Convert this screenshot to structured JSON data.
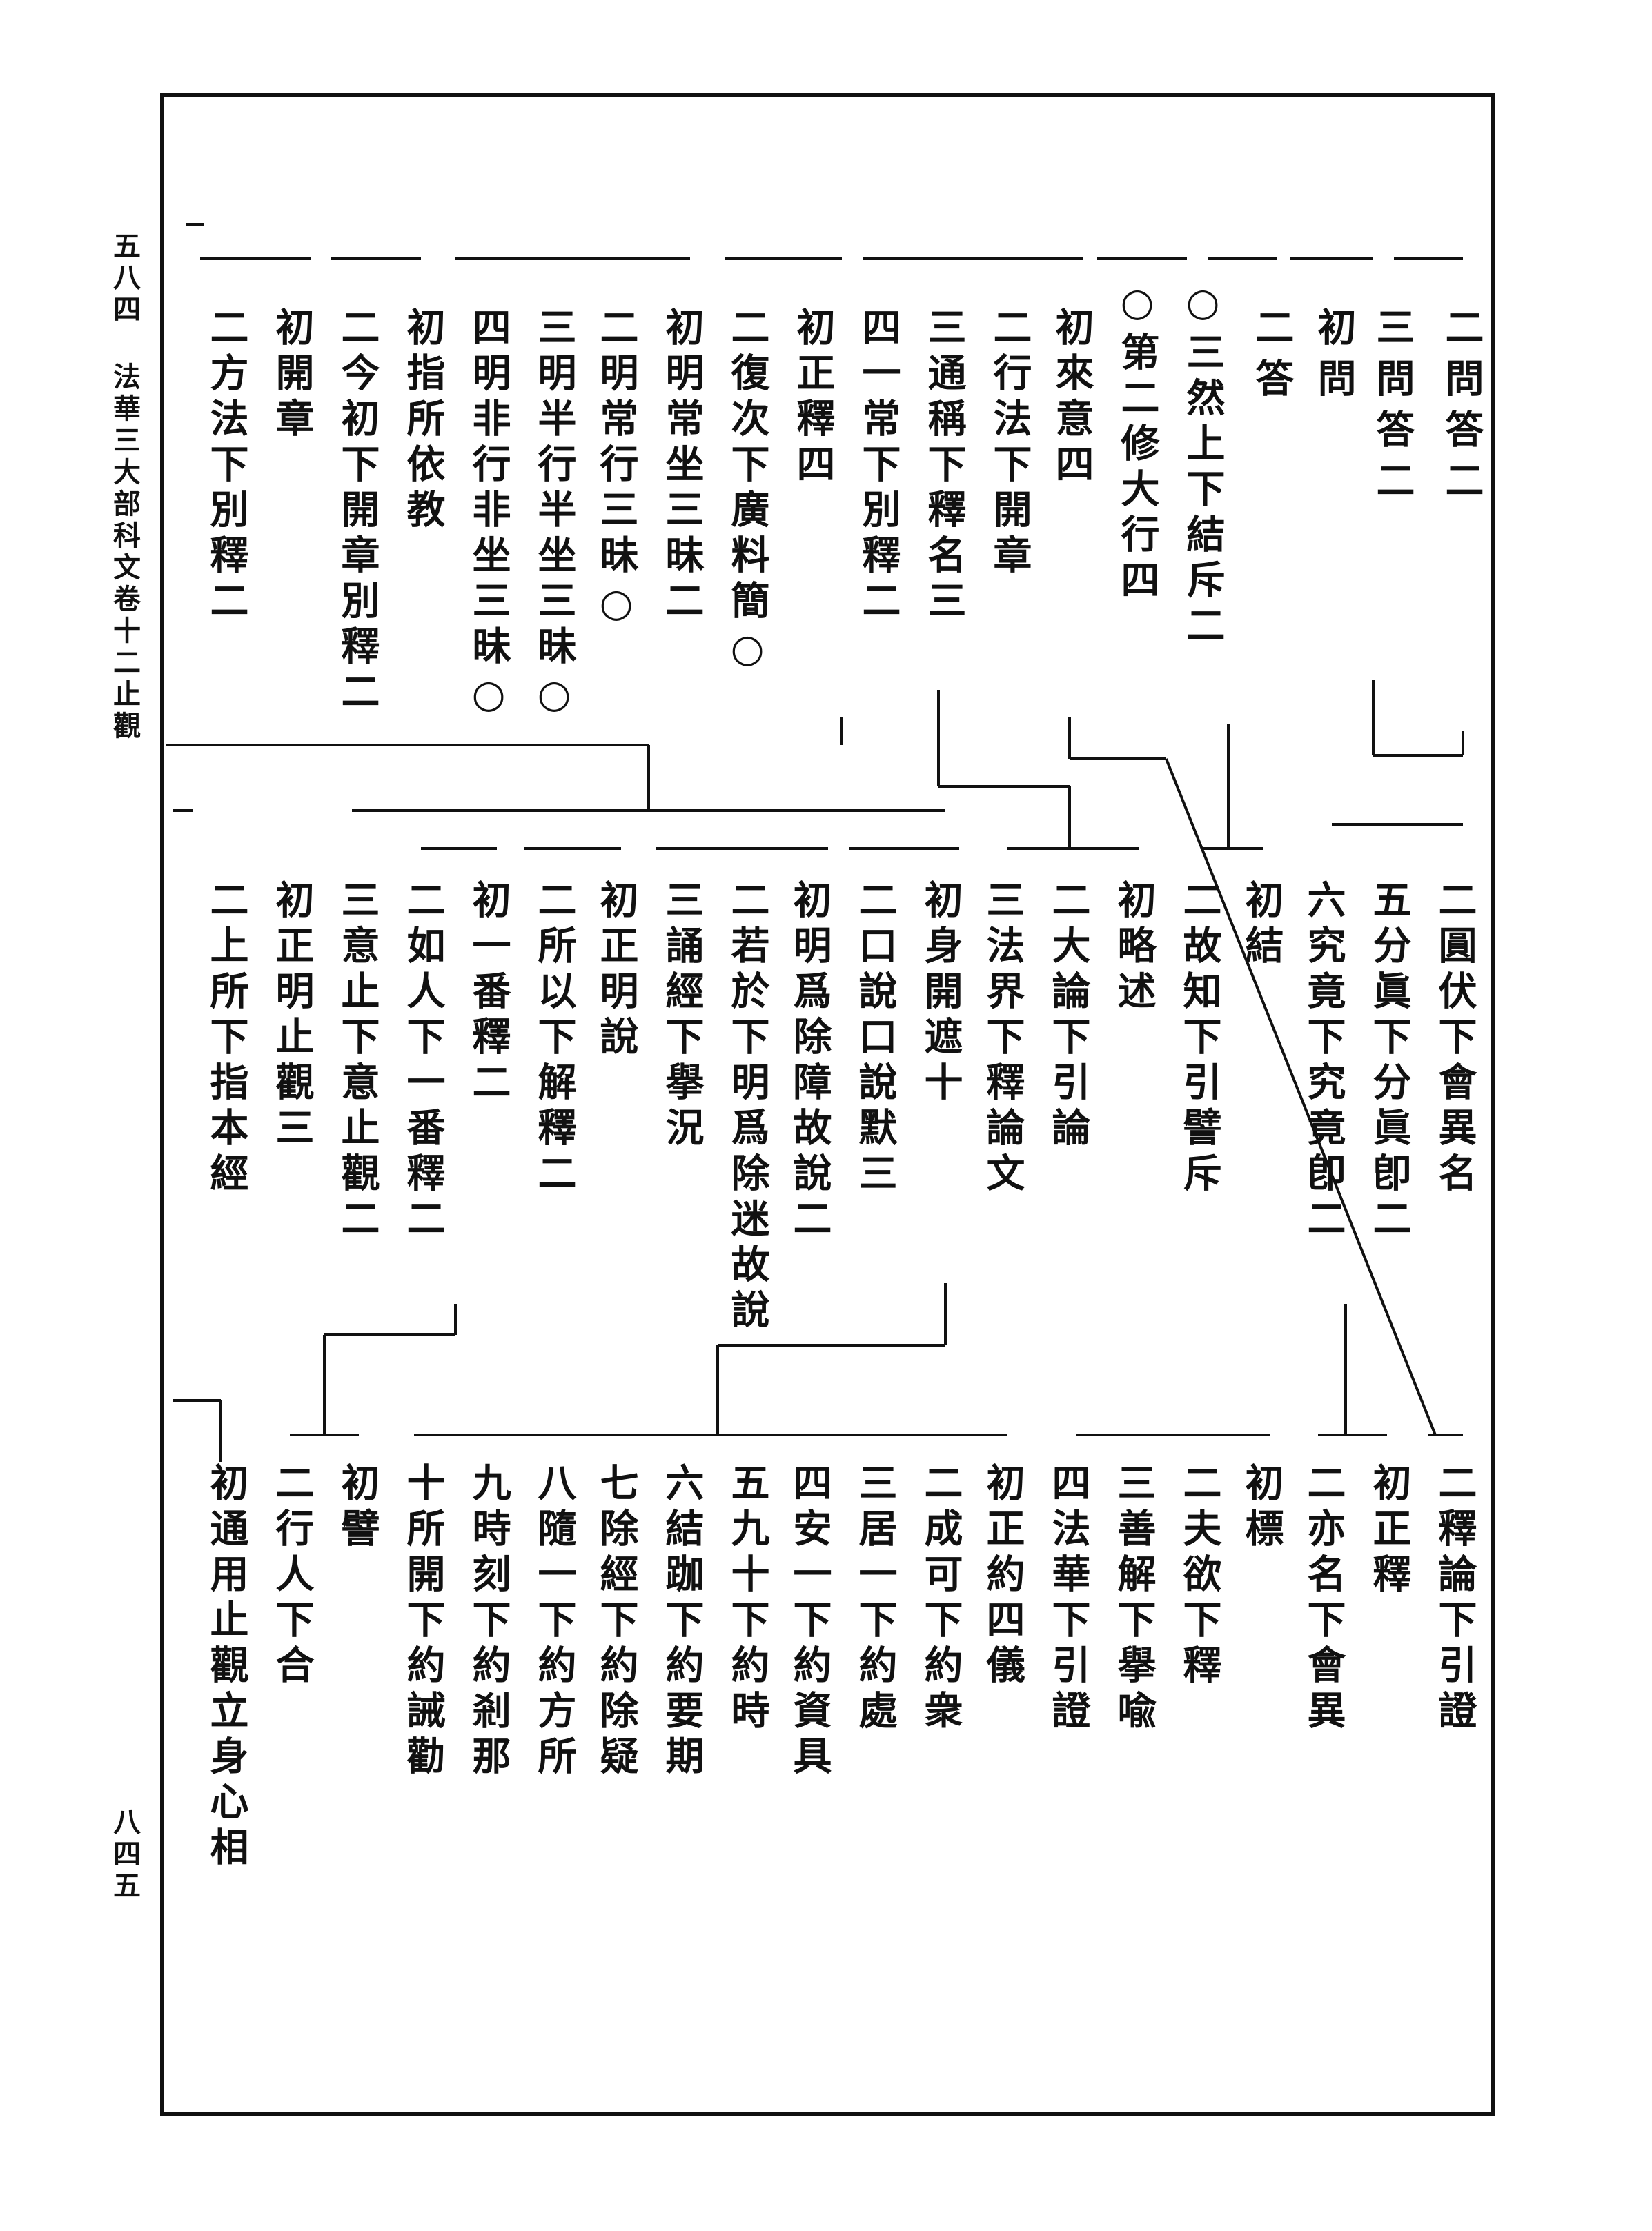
{
  "header": {
    "page_left": "五八四",
    "book_title": "法華三大部科文卷十二止觀",
    "page_right": "八四五"
  },
  "tier1": [
    "二問答二",
    "三問答二",
    "初問",
    "二答",
    "○三然上下結斥二",
    "○第二修大行四",
    "初來意四",
    "二行法下開章",
    "三通稱下釋名三",
    "四一常下別釋二",
    "初正釋四",
    "二復次下廣料簡○",
    "初明常坐三昧二",
    "二明常行三昧○",
    "三明半行半坐三昧○",
    "四明非行非坐三昧○",
    "初指所依教",
    "二今初下開章別釋二",
    "初開章",
    "二方法下別釋二"
  ],
  "tier2": [
    "二圓伏下會異名",
    "五分眞下分眞卽二",
    "六究竟下究竟卽二",
    "初結",
    "二故知下引譬斥",
    "初略述",
    "二大論下引論",
    "三法界下釋論文",
    "初身開遮十",
    "二口說口說默三",
    "初明爲除障故說二",
    "二若於下明爲除迷故說",
    "三誦經下擧況",
    "初正明說",
    "二所以下解釋二",
    "初一番釋二",
    "二如人下一番釋二",
    "三意止下意止觀二",
    "初正明止觀三",
    "二上所下指本經"
  ],
  "tier3": [
    "二釋論下引證",
    "初正釋",
    "二亦名下會異",
    "初標",
    "二夫欲下釋",
    "三善解下擧喩",
    "四法華下引證",
    "初正約四儀",
    "二成可下約衆",
    "三居一下約處",
    "四安一下約資具",
    "五九十下約時",
    "六結跏下約要期",
    "七除經下約除疑",
    "八隨一下約方所",
    "九時刻下約剎那",
    "十所開下約誡勸",
    "初譬",
    "二行人下合",
    "初通用止觀立身心相"
  ]
}
